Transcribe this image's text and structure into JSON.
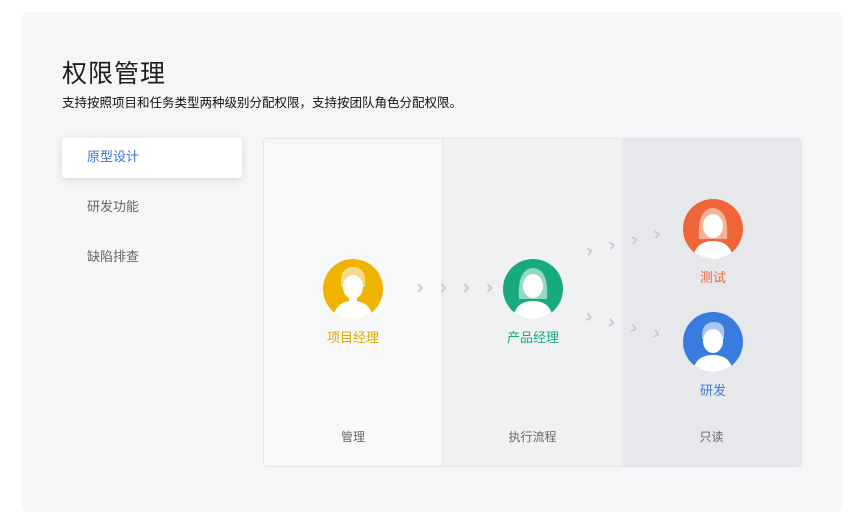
{
  "header": {
    "title": "权限管理",
    "subtitle": "支持按照项目和任务类型两种级别分配权限，支持按团队角色分配权限。"
  },
  "tabs": [
    {
      "label": "原型设计",
      "active": true
    },
    {
      "label": "研发功能",
      "active": false
    },
    {
      "label": "缺陷排查",
      "active": false
    }
  ],
  "columns": [
    "管理",
    "执行流程",
    "只读"
  ],
  "roles": {
    "pm": {
      "label": "项目经理",
      "color": "#f0b400"
    },
    "product": {
      "label": "产品经理",
      "color": "#18a97f"
    },
    "test": {
      "label": "测试",
      "color": "#f0643a"
    },
    "dev": {
      "label": "研发",
      "color": "#3a7be0"
    }
  }
}
